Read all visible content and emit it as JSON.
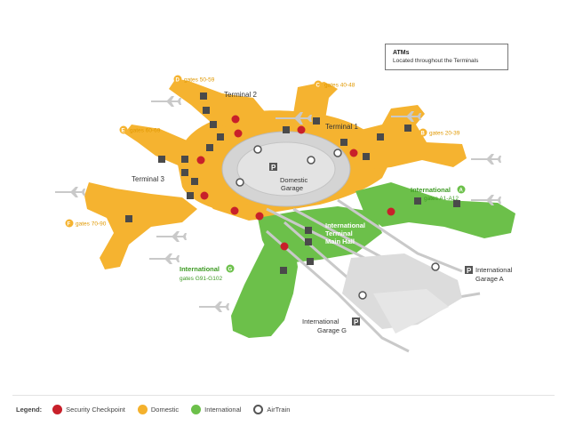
{
  "info_box": {
    "title": "ATMs",
    "subtitle": "Located throughout the Terminals"
  },
  "terminals": {
    "t1": "Terminal 1",
    "t2": "Terminal 2",
    "t3": "Terminal 3"
  },
  "gates": {
    "d": {
      "letter": "D",
      "text": "gates 50-59"
    },
    "c": {
      "letter": "C",
      "text": "gates 40-48"
    },
    "b": {
      "letter": "B",
      "text": "gates 20-39"
    },
    "e": {
      "letter": "E",
      "text": "gates 60-69"
    },
    "f": {
      "letter": "F",
      "text": "gates 70-90"
    }
  },
  "international_a": {
    "title": "International",
    "letter": "A",
    "gates": "gates A1-A12"
  },
  "international_g": {
    "title": "International",
    "letter": "G",
    "gates": "gates G91-G102"
  },
  "main_hall": {
    "line1": "International",
    "line2": "Terminal",
    "line3": "Main Hall"
  },
  "domestic_garage": {
    "line1": "Domestic",
    "line2": "Garage"
  },
  "garage_a": {
    "line1": "International",
    "line2": "Garage A"
  },
  "garage_g": {
    "line1": "International",
    "line2": "Garage G"
  },
  "parking_symbol": "P",
  "legend": {
    "title": "Legend:",
    "items": [
      {
        "label": "Security Checkpoint",
        "color": "#c8202a"
      },
      {
        "label": "Domestic",
        "color": "#f4b12d"
      },
      {
        "label": "International",
        "color": "#6cc04a"
      },
      {
        "label": "AirTrain",
        "color": "#555555"
      }
    ]
  },
  "colors": {
    "domestic": "#f5b330",
    "international": "#6cc04a",
    "security": "#c8202a",
    "garage": "#d9d9d9"
  }
}
